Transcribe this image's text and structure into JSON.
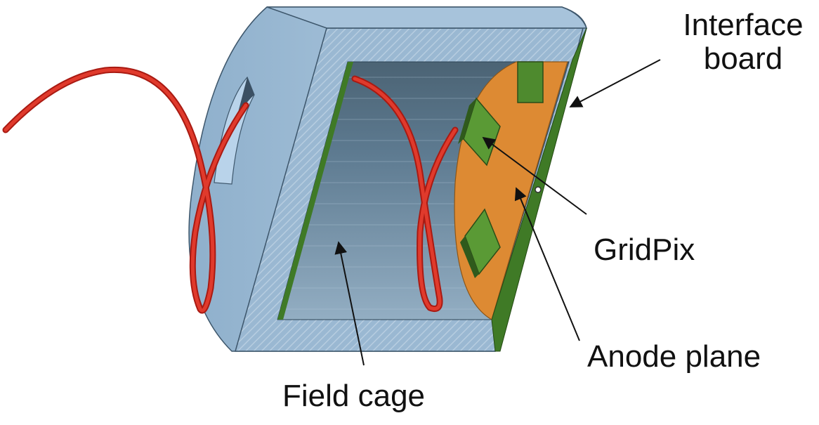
{
  "labels": {
    "interface_board_line1": "Interface",
    "interface_board_line2": "board",
    "gridpix": "GridPix",
    "anode_plane": "Anode plane",
    "field_cage": "Field cage"
  },
  "colors": {
    "body_blue": "#9ab8d2",
    "body_blue_dark": "#7f9fbd",
    "inner_dark": "#4e6678",
    "inner_light": "#8fa8be",
    "cable_red": "#d8271e",
    "anode_orange": "#dd8a33",
    "chip_green": "#4e8a2e",
    "board_green": "#3f7a26",
    "text": "#111111"
  },
  "icons": {
    "detector": "tpc-detector-cutaway-illustration"
  }
}
